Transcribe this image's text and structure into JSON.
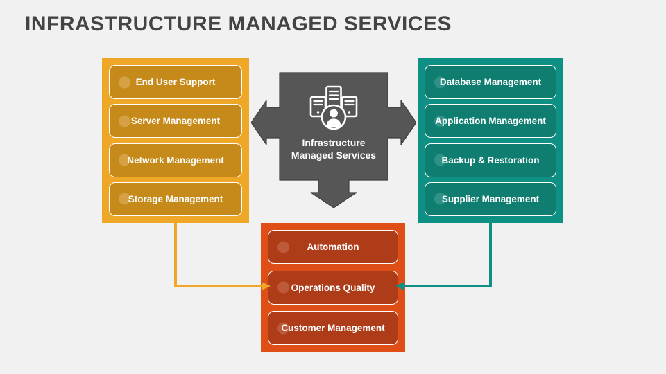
{
  "slide": {
    "title": "INFRASTRUCTURE MANAGED SERVICES",
    "background_color": "#f1f1f1",
    "title_color": "#444444"
  },
  "hub": {
    "name": "center-hub",
    "title_line1": "Infrastructure",
    "title_line2": "Managed Services",
    "icon": "server-rack-user-icon",
    "color": "#565656",
    "arrows": [
      {
        "name": "arrow-left",
        "direction": "left",
        "target": "left-panel"
      },
      {
        "name": "arrow-right",
        "direction": "right",
        "target": "right-panel"
      },
      {
        "name": "arrow-down",
        "direction": "down",
        "target": "bottom-panel"
      }
    ]
  },
  "panels": {
    "left": {
      "name": "left-panel",
      "color": "#efa728",
      "card_color": "#c58a1a",
      "dot_color": "#d6a145",
      "items": [
        {
          "label": "End User Support",
          "bullet": "bullet-dot"
        },
        {
          "label": "Server Management",
          "bullet": "bullet-dot"
        },
        {
          "label": "Network Management",
          "bullet": "bullet-dot"
        },
        {
          "label": "Storage Management",
          "bullet": "bullet-dot"
        }
      ]
    },
    "right": {
      "name": "right-panel",
      "color": "#0e9085",
      "card_color": "#0f7e71",
      "dot_color": "#2f9288",
      "items": [
        {
          "label": "Database Management",
          "bullet": "bullet-dot"
        },
        {
          "label": "Application Management",
          "bullet": "bullet-dot"
        },
        {
          "label": "Backup & Restoration",
          "bullet": "bullet-dot"
        },
        {
          "label": "Supplier Management",
          "bullet": "bullet-dot"
        }
      ]
    },
    "bottom": {
      "name": "bottom-panel",
      "color": "#e04e18",
      "card_color": "#af3c19",
      "dot_color": "#bd5a3a",
      "items": [
        {
          "label": "Automation",
          "bullet": "bullet-dot"
        },
        {
          "label": "Operations Quality",
          "bullet": "bullet-dot"
        },
        {
          "label": "Customer Management",
          "bullet": "bullet-dot"
        }
      ]
    }
  },
  "connectors": [
    {
      "name": "connector-left-to-bottom",
      "color": "#efa728",
      "from": "left-panel",
      "to": "bottom-panel",
      "arrowhead": "right"
    },
    {
      "name": "connector-right-to-bottom",
      "color": "#0e9085",
      "from": "right-panel",
      "to": "bottom-panel",
      "arrowhead": "left"
    }
  ]
}
